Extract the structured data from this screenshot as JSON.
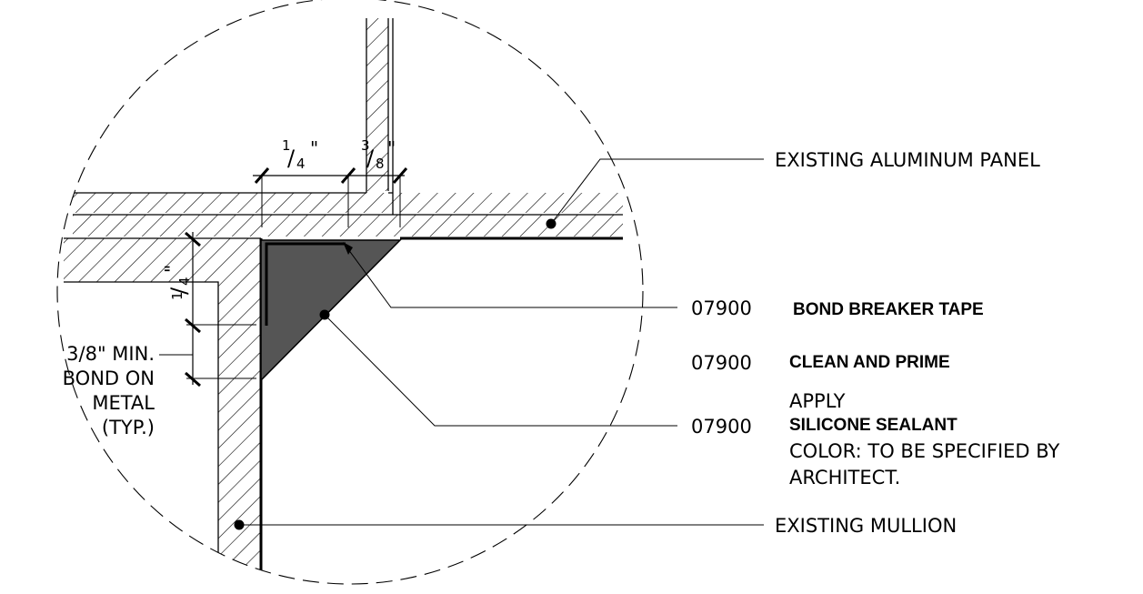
{
  "dimensions": {
    "quarter_inch": {
      "whole": "1",
      "sep": "/",
      "denom": "4",
      "inch": "\""
    },
    "three_eighths": {
      "whole": "3",
      "sep": "/",
      "denom": "8",
      "inch": "\""
    },
    "quarter_inch_vertical": {
      "whole": "1",
      "sep": "/",
      "denom": "4",
      "inch": "\""
    }
  },
  "side_note": {
    "line1": "3/8\" MIN.",
    "line2": "BOND ON",
    "line3": "METAL",
    "line4": "(TYP.)"
  },
  "callouts": {
    "aluminum_panel": "EXISTING ALUMINUM PANEL",
    "bond_breaker_code": "07900",
    "bond_breaker_text": "BOND BREAKER TAPE",
    "clean_prime_code": "07900",
    "clean_prime_text": "CLEAN AND PRIME",
    "sealant_apply": "APPLY",
    "sealant_code": "07900",
    "sealant_text": "SILICONE SEALANT",
    "sealant_color_line1": "COLOR: TO BE SPECIFIED BY",
    "sealant_color_line2": "ARCHITECT.",
    "mullion": "EXISTING MULLION"
  },
  "colors": {
    "line": "#000000",
    "sealant_fill": "#555555",
    "background": "#ffffff"
  }
}
